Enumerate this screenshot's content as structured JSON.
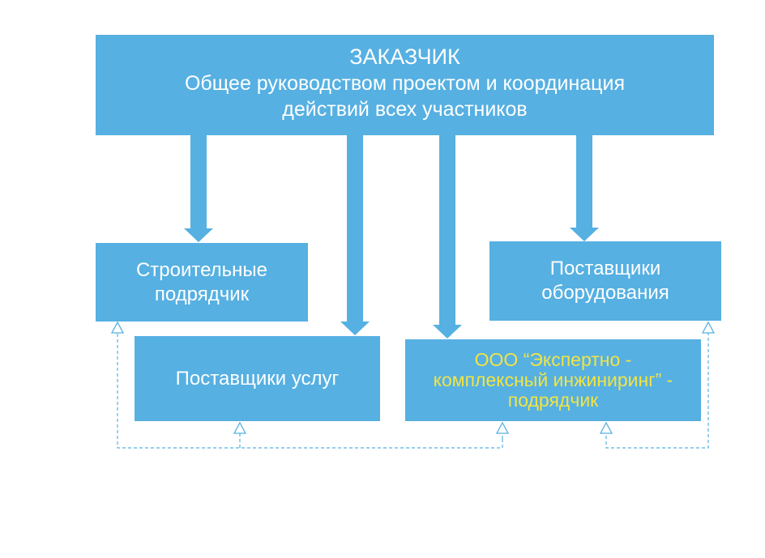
{
  "client": {
    "title": "ЗАКАЗЧИК",
    "description": "Общее руководством проектом и координация действий всех участников"
  },
  "nodes": {
    "builders": "Строительные подрядчик",
    "services": "Поставщики услуг",
    "equipment": "Поставщики оборудования",
    "contractor": "ООО “Экспертно - комплексный инжиниринг” - подрядчик"
  },
  "colors": {
    "box_fill": "#56b0e2",
    "box_text": "#ffffff",
    "contractor_text": "#f2e443",
    "dashed_line": "#56b0e2"
  }
}
